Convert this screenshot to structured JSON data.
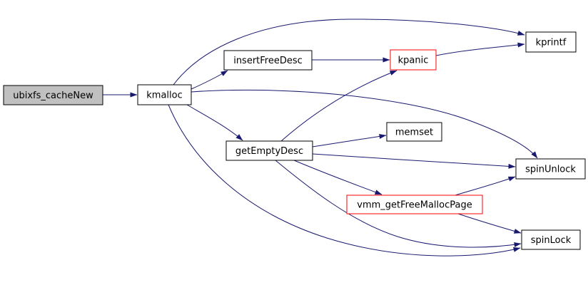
{
  "diagram": {
    "kind": "doxygen-call-graph",
    "background_color": "#ffffff",
    "edge_color": "#191970",
    "text_color": "#000000",
    "node_default_fill": "#ffffff",
    "node_default_border": "#000000",
    "root_node_fill": "#c0c0c0",
    "truncated_node_border": "#ff0000",
    "nodes": [
      {
        "id": "ubixfs_cacheNew",
        "label": "ubixfs_cacheNew",
        "kind": "root",
        "fill": "#c0c0c0",
        "border": "#000000"
      },
      {
        "id": "kmalloc",
        "label": "kmalloc",
        "kind": "function",
        "fill": "#ffffff",
        "border": "#000000"
      },
      {
        "id": "insertFreeDesc",
        "label": "insertFreeDesc",
        "kind": "function",
        "fill": "#ffffff",
        "border": "#000000"
      },
      {
        "id": "kpanic",
        "label": "kpanic",
        "kind": "function",
        "fill": "#ffffff",
        "border": "#ff0000"
      },
      {
        "id": "kprintf",
        "label": "kprintf",
        "kind": "function",
        "fill": "#ffffff",
        "border": "#000000"
      },
      {
        "id": "getEmptyDesc",
        "label": "getEmptyDesc",
        "kind": "function",
        "fill": "#ffffff",
        "border": "#000000"
      },
      {
        "id": "memset",
        "label": "memset",
        "kind": "function",
        "fill": "#ffffff",
        "border": "#000000"
      },
      {
        "id": "spinUnlock",
        "label": "spinUnlock",
        "kind": "function",
        "fill": "#ffffff",
        "border": "#000000"
      },
      {
        "id": "vmm_getFreeMallocPage",
        "label": "vmm_getFreeMallocPage",
        "kind": "function",
        "fill": "#ffffff",
        "border": "#ff0000"
      },
      {
        "id": "spinLock",
        "label": "spinLock",
        "kind": "function",
        "fill": "#ffffff",
        "border": "#000000"
      }
    ],
    "edges": [
      {
        "from": "ubixfs_cacheNew",
        "to": "kmalloc"
      },
      {
        "from": "kmalloc",
        "to": "kprintf"
      },
      {
        "from": "kmalloc",
        "to": "insertFreeDesc"
      },
      {
        "from": "kmalloc",
        "to": "getEmptyDesc"
      },
      {
        "from": "kmalloc",
        "to": "spinUnlock"
      },
      {
        "from": "kmalloc",
        "to": "spinLock"
      },
      {
        "from": "insertFreeDesc",
        "to": "kpanic"
      },
      {
        "from": "kpanic",
        "to": "kprintf"
      },
      {
        "from": "getEmptyDesc",
        "to": "kpanic"
      },
      {
        "from": "getEmptyDesc",
        "to": "memset"
      },
      {
        "from": "getEmptyDesc",
        "to": "spinUnlock"
      },
      {
        "from": "getEmptyDesc",
        "to": "vmm_getFreeMallocPage"
      },
      {
        "from": "getEmptyDesc",
        "to": "spinLock"
      },
      {
        "from": "vmm_getFreeMallocPage",
        "to": "spinUnlock"
      },
      {
        "from": "vmm_getFreeMallocPage",
        "to": "spinLock"
      }
    ]
  }
}
